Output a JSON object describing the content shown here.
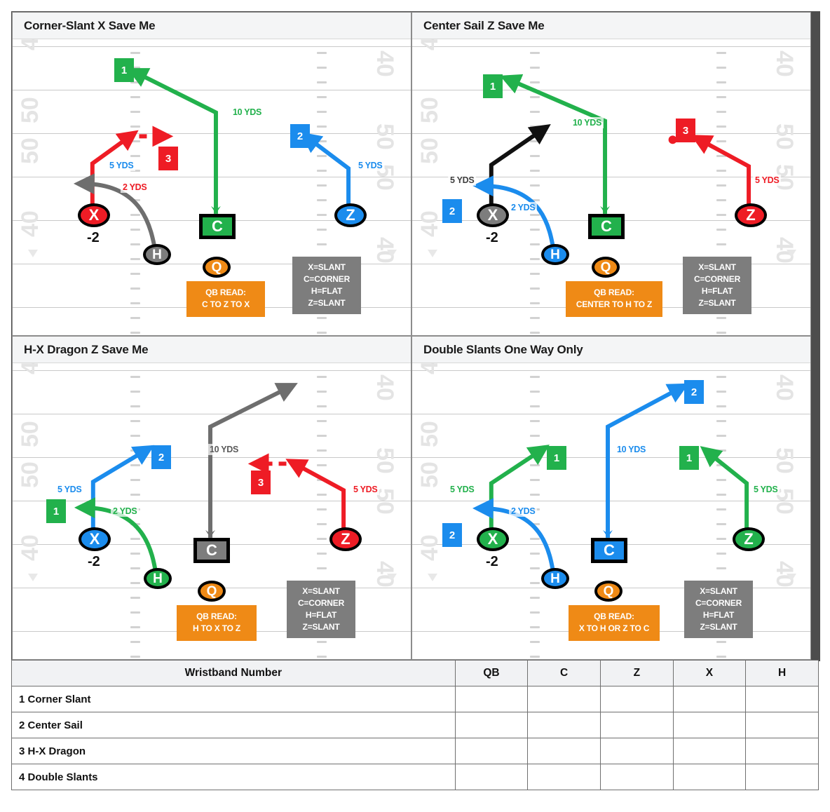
{
  "panels": [
    {
      "title": "Corner-Slant X Save Me",
      "qb_read": {
        "line1": "QB READ:",
        "line2": "C TO Z TO X"
      },
      "legend": [
        "X=SLANT",
        "C=CORNER",
        "H=FLAT",
        "Z=SLANT"
      ],
      "depth_label": "-2",
      "players": [
        {
          "name": "X",
          "label": "X",
          "shape": "ellipse",
          "color": "#ee1c25"
        },
        {
          "name": "H",
          "label": "H",
          "shape": "ellipse",
          "color": "#7d7d7d"
        },
        {
          "name": "C",
          "label": "C",
          "shape": "box",
          "color": "#22b14c"
        },
        {
          "name": "Q",
          "label": "Q",
          "shape": "ellipse",
          "color": "#ef8a16"
        },
        {
          "name": "Z",
          "label": "Z",
          "shape": "ellipse",
          "color": "#1b8ced"
        }
      ],
      "tags": [
        {
          "num": "1",
          "color": "#22b14c"
        },
        {
          "num": "2",
          "color": "#1b8ced"
        },
        {
          "num": "3",
          "color": "#ee1c25"
        }
      ],
      "yardage": [
        {
          "text": "10 YDS",
          "color": "#22b14c"
        },
        {
          "text": "5 YDS",
          "color": "#1b8ced"
        },
        {
          "text": "2 YDS",
          "color": "#ee1c25"
        },
        {
          "text": "5 YDS",
          "color": "#1b8ced"
        }
      ]
    },
    {
      "title": "Center Sail Z Save Me",
      "qb_read": {
        "line1": "QB READ:",
        "line2": "CENTER TO H TO Z"
      },
      "legend": [
        "X=SLANT",
        "C=CORNER",
        "H=FLAT",
        "Z=SLANT"
      ],
      "depth_label": "-2",
      "players": [
        {
          "name": "X",
          "label": "X",
          "shape": "ellipse",
          "color": "#7d7d7d"
        },
        {
          "name": "H",
          "label": "H",
          "shape": "ellipse",
          "color": "#1b8ced"
        },
        {
          "name": "C",
          "label": "C",
          "shape": "box",
          "color": "#22b14c"
        },
        {
          "name": "Q",
          "label": "Q",
          "shape": "ellipse",
          "color": "#ef8a16"
        },
        {
          "name": "Z",
          "label": "Z",
          "shape": "ellipse",
          "color": "#ee1c25"
        }
      ],
      "tags": [
        {
          "num": "1",
          "color": "#22b14c"
        },
        {
          "num": "2",
          "color": "#1b8ced"
        },
        {
          "num": "3",
          "color": "#ee1c25"
        }
      ],
      "yardage": [
        {
          "text": "10 YDS",
          "color": "#22b14c"
        },
        {
          "text": "5 YDS",
          "color": "#3f3f3f"
        },
        {
          "text": "2 YDS",
          "color": "#1b8ced"
        },
        {
          "text": "5 YDS",
          "color": "#ee1c25"
        }
      ]
    },
    {
      "title": "H-X Dragon Z Save Me",
      "qb_read": {
        "line1": "QB READ:",
        "line2": "H TO X TO Z"
      },
      "legend": [
        "X=SLANT",
        "C=CORNER",
        "H=FLAT",
        "Z=SLANT"
      ],
      "depth_label": "-2",
      "players": [
        {
          "name": "X",
          "label": "X",
          "shape": "ellipse",
          "color": "#1b8ced"
        },
        {
          "name": "H",
          "label": "H",
          "shape": "ellipse",
          "color": "#22b14c"
        },
        {
          "name": "C",
          "label": "C",
          "shape": "box",
          "color": "#7d7d7d"
        },
        {
          "name": "Q",
          "label": "Q",
          "shape": "ellipse",
          "color": "#ef8a16"
        },
        {
          "name": "Z",
          "label": "Z",
          "shape": "ellipse",
          "color": "#ee1c25"
        }
      ],
      "tags": [
        {
          "num": "1",
          "color": "#22b14c"
        },
        {
          "num": "2",
          "color": "#1b8ced"
        },
        {
          "num": "3",
          "color": "#ee1c25"
        }
      ],
      "yardage": [
        {
          "text": "10 YDS",
          "color": "#5a5a5a"
        },
        {
          "text": "5 YDS",
          "color": "#1b8ced"
        },
        {
          "text": "2 YDS",
          "color": "#22b14c"
        },
        {
          "text": "5 YDS",
          "color": "#ee1c25"
        }
      ]
    },
    {
      "title": "Double Slants One Way Only",
      "qb_read": {
        "line1": "QB READ:",
        "line2": "X TO H OR Z TO C"
      },
      "legend": [
        "X=SLANT",
        "C=CORNER",
        "H=FLAT",
        "Z=SLANT"
      ],
      "depth_label": "-2",
      "players": [
        {
          "name": "X",
          "label": "X",
          "shape": "ellipse",
          "color": "#22b14c"
        },
        {
          "name": "H",
          "label": "H",
          "shape": "ellipse",
          "color": "#1b8ced"
        },
        {
          "name": "C",
          "label": "C",
          "shape": "box",
          "color": "#1b8ced"
        },
        {
          "name": "Q",
          "label": "Q",
          "shape": "ellipse",
          "color": "#ef8a16"
        },
        {
          "name": "Z",
          "label": "Z",
          "shape": "ellipse",
          "color": "#22b14c"
        }
      ],
      "tags": [
        {
          "num": "1",
          "color": "#22b14c"
        },
        {
          "num": "2",
          "color": "#1b8ced"
        },
        {
          "num": "1b",
          "color": "#22b14c"
        },
        {
          "num": "2b",
          "color": "#1b8ced"
        }
      ],
      "yardage": [
        {
          "text": "10 YDS",
          "color": "#1b8ced"
        },
        {
          "text": "5 YDS",
          "color": "#22b14c"
        },
        {
          "text": "2 YDS",
          "color": "#1b8ced"
        },
        {
          "text": "5 YDS",
          "color": "#22b14c"
        }
      ]
    }
  ],
  "panel_tag_labels": {
    "p4_tag_top_right": "2",
    "p4_tag_mid": "1",
    "p4_tag_right": "1",
    "p4_tag_left": "2"
  },
  "field": {
    "yard_numbers_left": [
      "40",
      "50",
      "50",
      "40"
    ],
    "yard_numbers_right": [
      "40",
      "50",
      "50",
      "40"
    ]
  },
  "table": {
    "headers": [
      "Wristband Number",
      "QB",
      "C",
      "Z",
      "X",
      "H"
    ],
    "rows": [
      {
        "num": "1",
        "name": "Corner Slant"
      },
      {
        "num": "2",
        "name": "Center Sail"
      },
      {
        "num": "3",
        "name": "H-X Dragon"
      },
      {
        "num": "4",
        "name": "Double Slants"
      }
    ]
  },
  "colors": {
    "green": "#22b14c",
    "blue": "#1b8ced",
    "red": "#ee1c25",
    "gray": "#7d7d7d",
    "black": "#000000",
    "orange": "#ef8a16"
  }
}
